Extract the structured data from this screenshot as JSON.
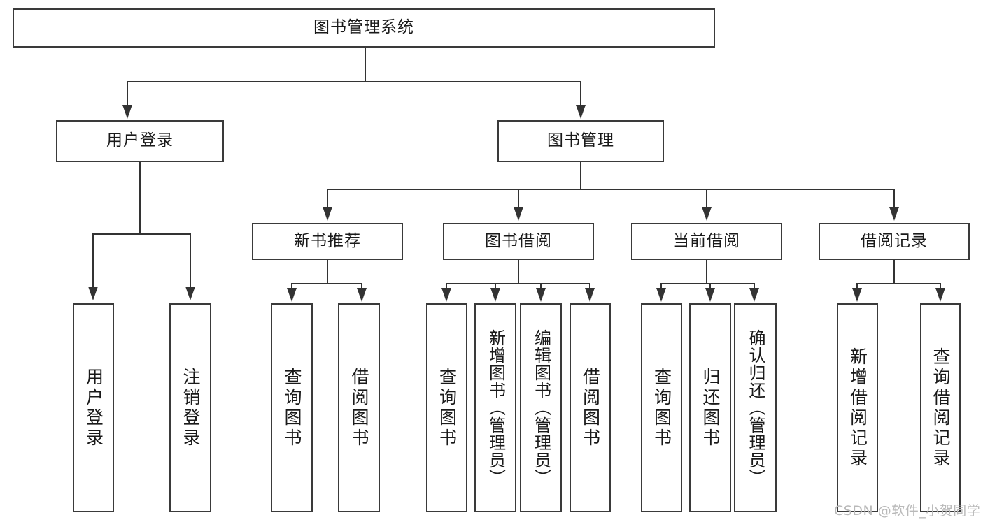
{
  "diagram": {
    "title": "图书管理系统",
    "type": "tree-hierarchy",
    "watermark": "CSDN @软件_小贺同学",
    "colors": {
      "stroke": "#3a3a3a",
      "connector": "#333333",
      "background": "#ffffff",
      "text": "#1a1a1a",
      "watermark": "#b9b9b9"
    },
    "root": {
      "label": "图书管理系统"
    },
    "level1": [
      {
        "label": "用户登录"
      },
      {
        "label": "图书管理"
      }
    ],
    "level2": [
      {
        "label": "新书推荐"
      },
      {
        "label": "图书借阅"
      },
      {
        "label": "当前借阅"
      },
      {
        "label": "借阅记录"
      }
    ],
    "leaves": {
      "user_login": [
        {
          "label": "用户登录"
        },
        {
          "label": "注销登录"
        }
      ],
      "new_book_recommend": [
        {
          "label": "查询图书"
        },
        {
          "label": "借阅图书"
        }
      ],
      "book_borrow": [
        {
          "label": "查询图书"
        },
        {
          "label": "新增图书（管理员）"
        },
        {
          "label": "编辑图书（管理员）"
        },
        {
          "label": "借阅图书"
        }
      ],
      "current_borrow": [
        {
          "label": "查询图书"
        },
        {
          "label": "归还图书"
        },
        {
          "label": "确认归还（管理员）"
        }
      ],
      "borrow_record": [
        {
          "label": "新增借阅记录"
        },
        {
          "label": "查询借阅记录"
        }
      ]
    }
  }
}
